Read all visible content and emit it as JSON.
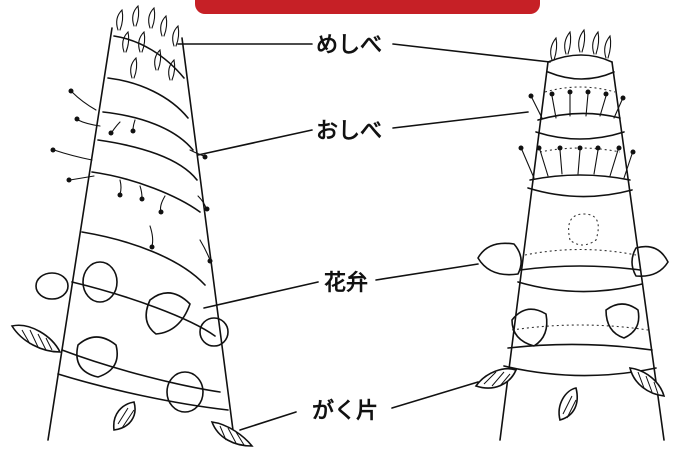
{
  "banner": {
    "color": "#c62026"
  },
  "labels": {
    "pistil": "めしべ",
    "stamen": "おしべ",
    "petal": "花弁",
    "sepal": "がく片"
  }
}
